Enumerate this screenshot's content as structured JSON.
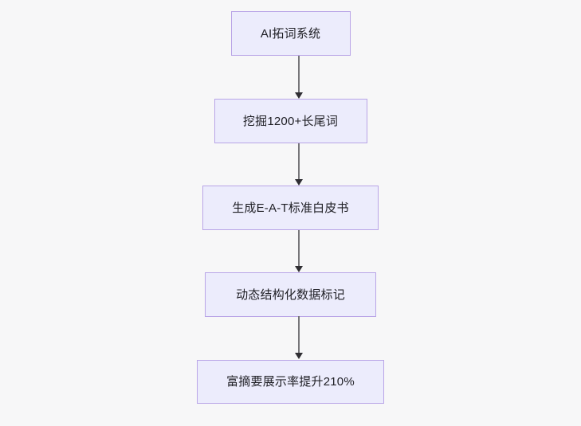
{
  "diagram": {
    "type": "flowchart",
    "orientation": "top-to-bottom",
    "background_color": "#f7f7f8",
    "node_fill_color": "#ececfc",
    "node_border_color": "#b9a5e7",
    "node_text_color": "#1f1f25",
    "connector_line_color": "#77767a",
    "connector_arrow_color": "#2f2e33",
    "nodes": [
      {
        "id": "n0",
        "label": "AI拓词系统"
      },
      {
        "id": "n1",
        "label": "挖掘1200+长尾词"
      },
      {
        "id": "n2",
        "label": "生成E-A-T标准白皮书"
      },
      {
        "id": "n3",
        "label": "动态结构化数据标记"
      },
      {
        "id": "n4",
        "label": "富摘要展示率提升210%"
      }
    ],
    "edges": [
      {
        "from": "n0",
        "to": "n1",
        "arrow": "arrow-down-icon"
      },
      {
        "from": "n1",
        "to": "n2",
        "arrow": "arrow-down-icon"
      },
      {
        "from": "n2",
        "to": "n3",
        "arrow": "arrow-down-icon"
      },
      {
        "from": "n3",
        "to": "n4",
        "arrow": "arrow-down-icon"
      }
    ]
  }
}
